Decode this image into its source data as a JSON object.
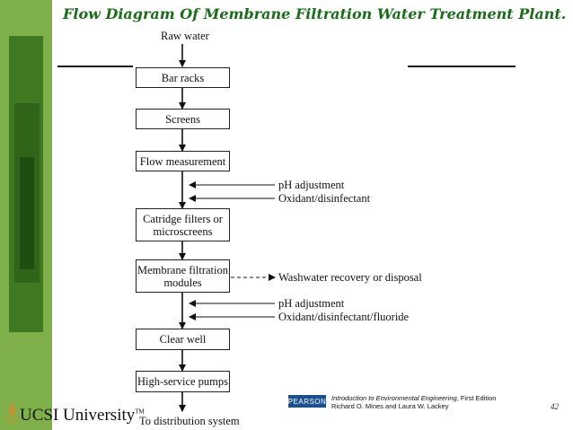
{
  "slide": {
    "title": "Flow Diagram Of Membrane Filtration Water Treatment Plant.",
    "page_number": "42"
  },
  "diagram": {
    "start_label": "Raw water",
    "end_label": "To distribution system",
    "steps": [
      {
        "label_lines": [
          "Bar racks"
        ]
      },
      {
        "label_lines": [
          "Screens"
        ]
      },
      {
        "label_lines": [
          "Flow measurement"
        ]
      },
      {
        "label_lines": [
          "Catridge filters or",
          "microscreens"
        ]
      },
      {
        "label_lines": [
          "Membrane filtration",
          "modules"
        ]
      },
      {
        "label_lines": [
          "Clear well"
        ]
      },
      {
        "label_lines": [
          "High-service pumps"
        ]
      }
    ],
    "inputs_after_flow_measurement": [
      "pH adjustment",
      "Oxidant/disinfectant"
    ],
    "output_from_membrane": "Washwater recovery or disposal",
    "inputs_after_membrane": [
      "pH adjustment",
      "Oxidant/disinfectant/fluoride"
    ]
  },
  "footer": {
    "university": "UCSI University",
    "trademark": "TM",
    "publisher_logo": "PEARSON",
    "book_title": "Introduction to Environmental Engineering,",
    "book_edition": " First Edition",
    "authors": "Richard O. Mines and Laura W. Lackey"
  },
  "colors": {
    "title_green": "#1a6b1a",
    "band_green": "#7fb04a",
    "pearson_blue": "#1d4f8f"
  }
}
